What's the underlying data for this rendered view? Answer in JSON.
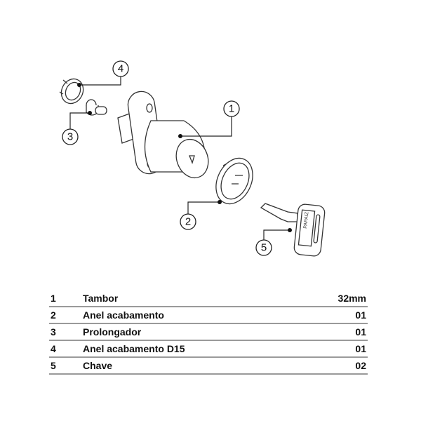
{
  "callouts": [
    "1",
    "2",
    "3",
    "4",
    "5"
  ],
  "key_brand": "PAPAIZ",
  "parts": [
    {
      "num": "1",
      "name": "Tambor",
      "qty": "32mm"
    },
    {
      "num": "2",
      "name": "Anel acabamento",
      "qty": "01"
    },
    {
      "num": "3",
      "name": "Prolongador",
      "qty": "01"
    },
    {
      "num": "4",
      "name": "Anel acabamento D15",
      "qty": "01"
    },
    {
      "num": "5",
      "name": "Chave",
      "qty": "02"
    }
  ]
}
